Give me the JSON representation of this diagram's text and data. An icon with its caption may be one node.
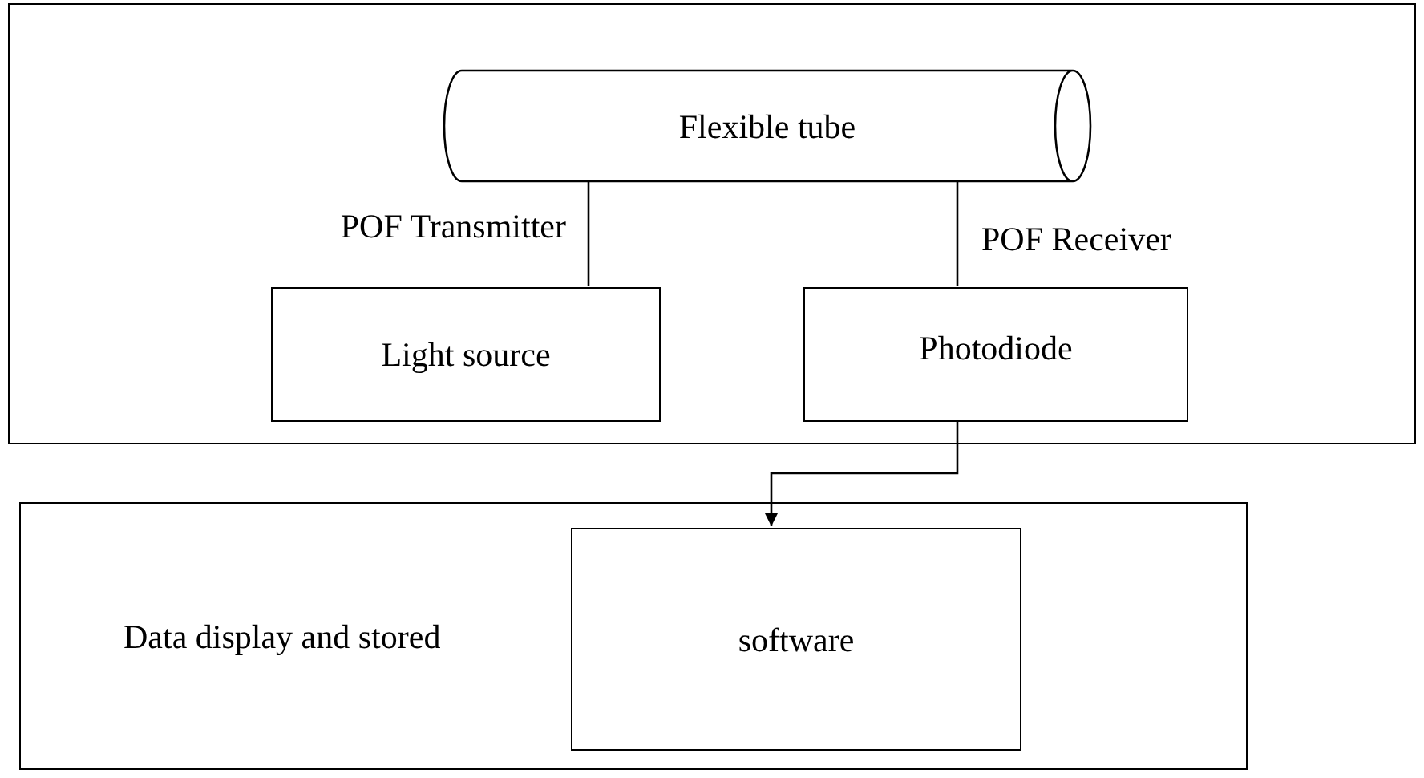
{
  "diagram": {
    "nodes": [
      {
        "text": [],
        "shape": "box"
      },
      {
        "text": [
          "Flexible tube"
        ],
        "in": 0
      },
      {
        "text": [
          "Light source"
        ],
        "in": 0
      },
      {
        "text": [
          "Photodiode"
        ],
        "in": 0
      },
      {
        "text": [
          "Data display and stored"
        ]
      },
      {
        "text": [
          "software"
        ],
        "in": 4
      }
    ],
    "edges": [
      {
        "from": 1,
        "to": 2,
        "arrow": "none",
        "label": "POF Transmitter"
      },
      {
        "from": 1,
        "to": 3,
        "arrow": "none",
        "label": "POF Receiver"
      },
      {
        "from": 3,
        "to": 5,
        "arrow": "to"
      }
    ]
  }
}
